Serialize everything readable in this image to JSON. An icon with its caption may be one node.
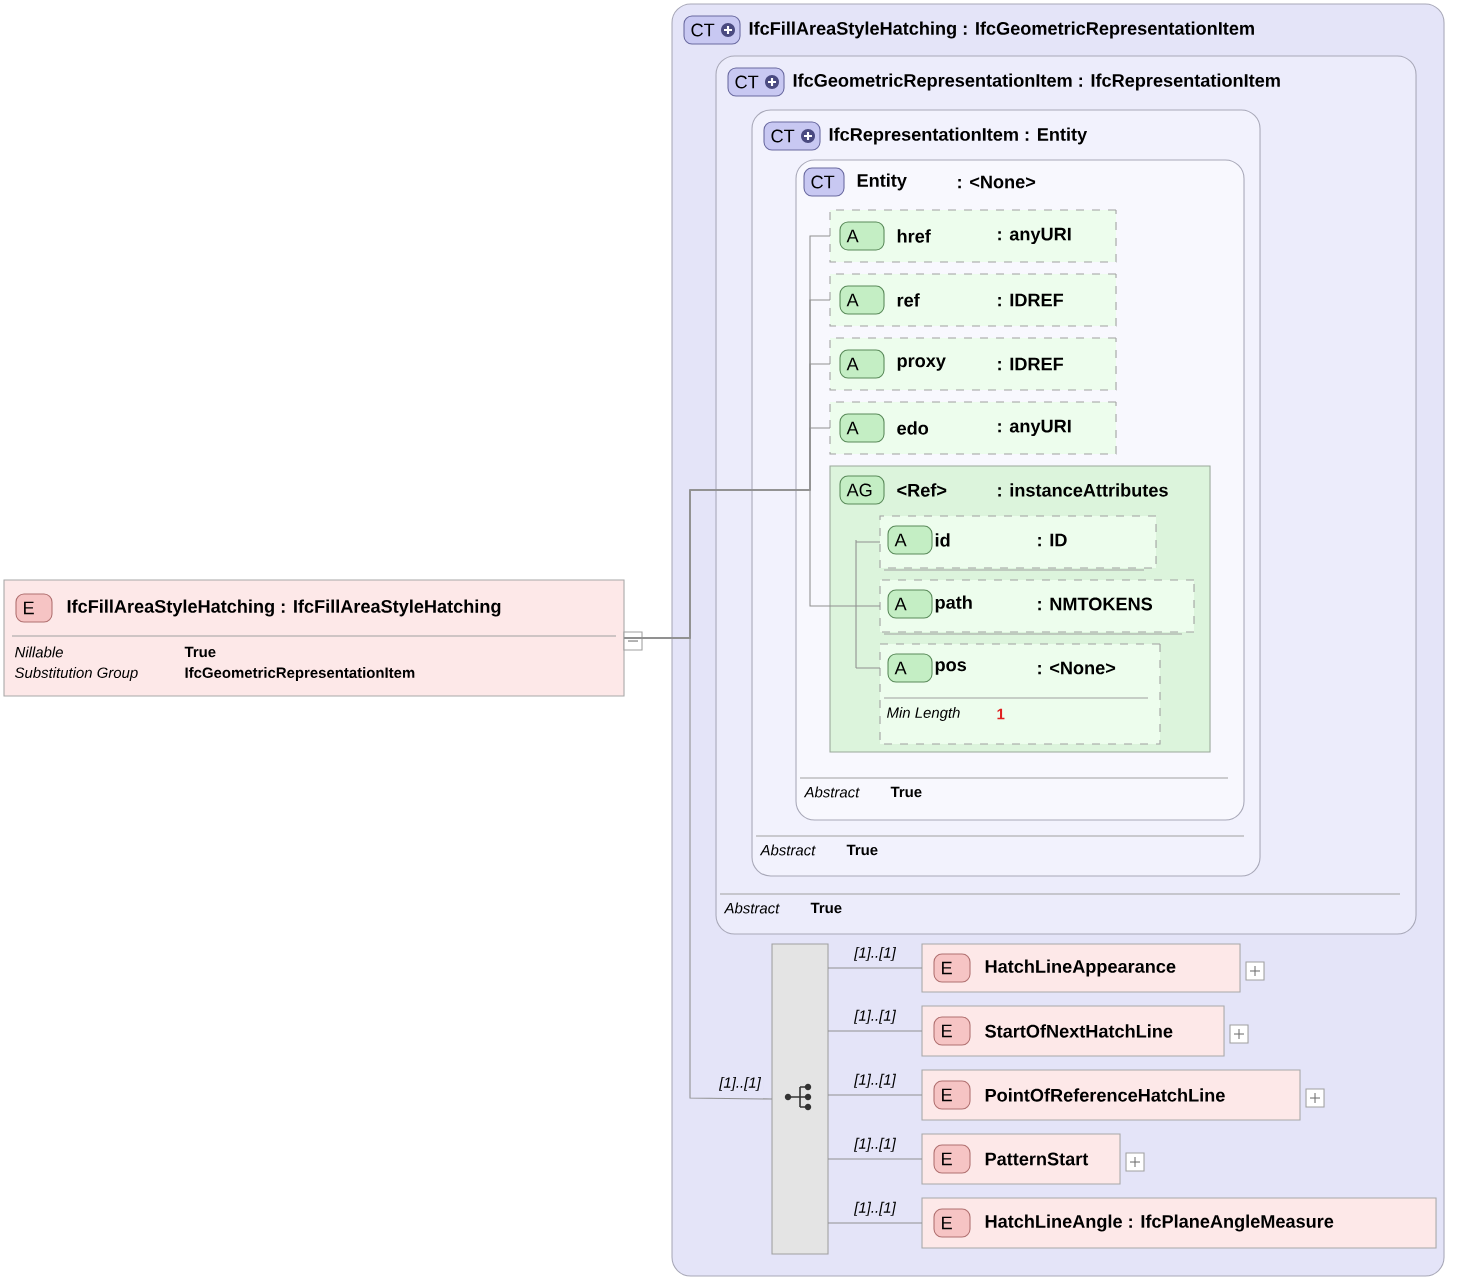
{
  "diagram": {
    "nodes": [
      {
        "text": [
          "E",
          "IfcFillAreaStyleHatching : IfcFillAreaStyleHatching",
          "Nillable",
          "True",
          "Substitution Group",
          "IfcGeometricRepresentationItem"
        ]
      },
      {
        "text": [
          "CT",
          "IfcFillAreaStyleHatching : IfcGeometricRepresentationItem"
        ]
      },
      {
        "text": [
          "CT",
          "IfcGeometricRepresentationItem : IfcRepresentationItem",
          "Abstract",
          "True"
        ],
        "in": 1
      },
      {
        "text": [
          "CT",
          "IfcRepresentationItem : Entity",
          "Abstract",
          "True"
        ],
        "in": 2
      },
      {
        "text": [
          "CT",
          "Entity",
          ": <None>",
          "Abstract",
          "True"
        ],
        "in": 3
      },
      {
        "text": [
          "A",
          "href",
          ": anyURI"
        ],
        "in": 4
      },
      {
        "text": [
          "A",
          "ref",
          ": IDREF"
        ],
        "in": 4
      },
      {
        "text": [
          "A",
          "proxy",
          ": IDREF"
        ],
        "in": 4
      },
      {
        "text": [
          "A",
          "edo",
          ": anyURI"
        ],
        "in": 4
      },
      {
        "text": [
          "AG",
          "<Ref>",
          ": instanceAttributes"
        ],
        "in": 4
      },
      {
        "text": [
          "A",
          "id",
          ": ID"
        ],
        "in": 9
      },
      {
        "text": [
          "A",
          "path",
          ": NMTOKENS"
        ],
        "in": 9
      },
      {
        "text": [
          "A",
          "pos",
          ": <None>",
          "Min Length",
          "1"
        ],
        "in": 9
      },
      {
        "text": [],
        "shape": "bar",
        "in": 1
      },
      {
        "text": [
          "E",
          "HatchLineAppearance"
        ],
        "in": 1
      },
      {
        "text": [
          "E",
          "StartOfNextHatchLine"
        ],
        "in": 1
      },
      {
        "text": [
          "E",
          "PointOfReferenceHatchLine"
        ],
        "in": 1
      },
      {
        "text": [
          "E",
          "PatternStart"
        ],
        "in": 1
      },
      {
        "text": [
          "E",
          "HatchLineAngle : IfcPlaneAngleMeasure"
        ],
        "in": 1
      }
    ],
    "edges": [
      {
        "from": 0,
        "to": 5,
        "arrow": "none"
      },
      {
        "from": 0,
        "to": 6,
        "arrow": "none"
      },
      {
        "from": 0,
        "to": 7,
        "arrow": "none"
      },
      {
        "from": 0,
        "to": 8,
        "arrow": "none"
      },
      {
        "from": 0,
        "to": 10,
        "arrow": "none"
      },
      {
        "from": 0,
        "to": 11,
        "arrow": "none"
      },
      {
        "from": 0,
        "to": 12,
        "arrow": "none"
      },
      {
        "from": 0,
        "to": 13,
        "arrow": "none",
        "label": "[1]..[1]"
      },
      {
        "from": 13,
        "to": 14,
        "arrow": "none",
        "label": "[1]..[1]"
      },
      {
        "from": 13,
        "to": 15,
        "arrow": "none",
        "label": "[1]..[1]"
      },
      {
        "from": 13,
        "to": 16,
        "arrow": "none",
        "label": "[1]..[1]"
      },
      {
        "from": 13,
        "to": 17,
        "arrow": "none",
        "label": "[1]..[1]"
      },
      {
        "from": 13,
        "to": 18,
        "arrow": "none",
        "label": "[1]..[1]"
      }
    ]
  }
}
